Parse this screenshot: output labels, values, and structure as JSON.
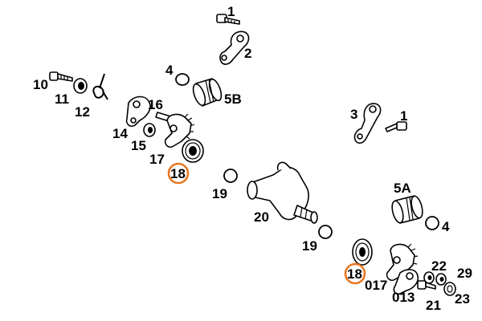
{
  "labels": {
    "p1a": "1",
    "p2": "2",
    "p4a": "4",
    "p5b": "5B",
    "p10": "10",
    "p11": "11",
    "p12": "12",
    "p16": "16",
    "p14": "14",
    "p15": "15",
    "p17": "17",
    "p18a": "18",
    "p3": "3",
    "p1b": "1",
    "p19a": "19",
    "p20": "20",
    "p5a": "5A",
    "p4b": "4",
    "p19b": "19",
    "p18b": "18",
    "p017": "017",
    "p013": "013",
    "p22": "22",
    "p29": "29",
    "p21": "21",
    "p23": "23"
  },
  "colors": {
    "highlight": "#E87722",
    "ink": "#000000"
  }
}
